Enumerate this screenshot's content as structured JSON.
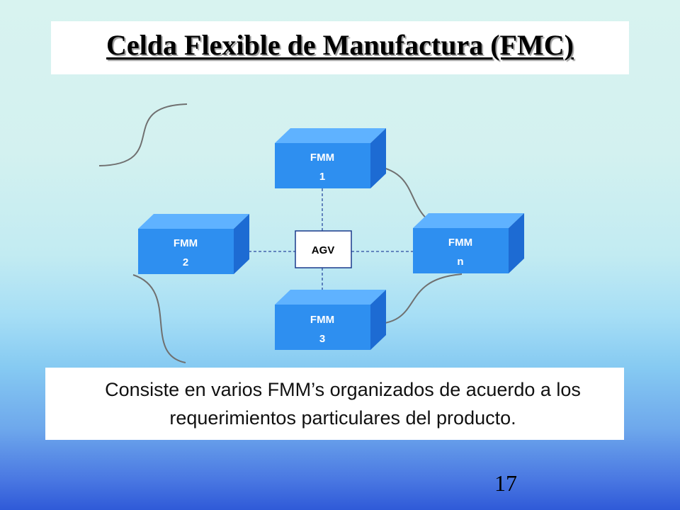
{
  "title": "Celda Flexible de Manufactura (FMC)",
  "diagram": {
    "center": {
      "label": "AGV"
    },
    "machines": [
      {
        "line1": "FMM",
        "line2": "1"
      },
      {
        "line1": "FMM",
        "line2": "2"
      },
      {
        "line1": "FMM",
        "line2": "n"
      },
      {
        "line1": "FMM",
        "line2": "3"
      }
    ]
  },
  "description": "Consiste en varios FMM’s organizados de acuerdo a los requerimientos particulares del producto.",
  "page_number": "17",
  "colors": {
    "box_front": "#2e8ff0",
    "box_top": "#5fb2ff",
    "box_side": "#1d6bd3",
    "connector": "#2a4aa0",
    "curve": "#707070"
  }
}
